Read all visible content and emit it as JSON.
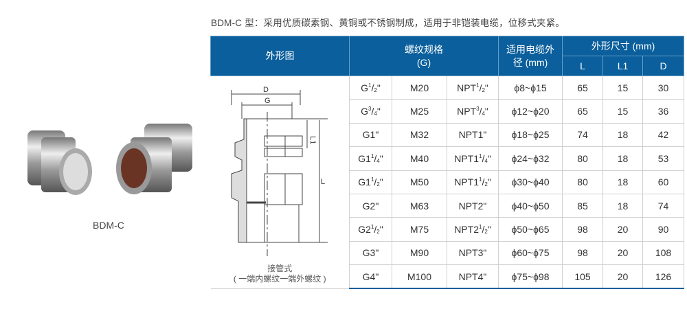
{
  "intro": "BDM-C 型：采用优质碳素钢、黄铜或不锈钢制成，适用于非铠装电缆，位移式夹紧。",
  "photo_label": "BDM-C",
  "header": {
    "figure": "外形图",
    "thread": "螺纹规格",
    "thread_sub": "(G)",
    "cable": "适用电缆外径 (mm)",
    "dims": "外形尺寸 (mm)",
    "L": "L",
    "L1": "L1",
    "D": "D"
  },
  "figure": {
    "caption1": "接管式",
    "caption2": "( 一端内螺纹一端外螺纹 )",
    "dim_D": "D",
    "dim_G": "G",
    "dim_L1": "L1",
    "dim_L": "L"
  },
  "rows": [
    {
      "g": [
        "G",
        "1",
        "2",
        "\""
      ],
      "m": "M20",
      "npt": [
        "NPT",
        "1",
        "2",
        "\""
      ],
      "cable": "ϕ8~ϕ15",
      "L": "65",
      "L1": "15",
      "D": "30"
    },
    {
      "g": [
        "G",
        "3",
        "4",
        "\""
      ],
      "m": "M25",
      "npt": [
        "NPT",
        "3",
        "4",
        "\""
      ],
      "cable": "ϕ12~ϕ20",
      "L": "65",
      "L1": "15",
      "D": "36"
    },
    {
      "g": [
        "G1\"",
        "",
        "",
        ""
      ],
      "m": "M32",
      "npt": [
        "NPT1\"",
        "",
        "",
        ""
      ],
      "cable": "ϕ18~ϕ25",
      "L": "74",
      "L1": "18",
      "D": "42"
    },
    {
      "g": [
        "G1",
        "1",
        "4",
        "\""
      ],
      "m": "M40",
      "npt": [
        "NPT1",
        "1",
        "4",
        "\""
      ],
      "cable": "ϕ24~ϕ32",
      "L": "80",
      "L1": "18",
      "D": "53"
    },
    {
      "g": [
        "G1",
        "1",
        "2",
        "\""
      ],
      "m": "M50",
      "npt": [
        "NPT1",
        "1",
        "2",
        "\""
      ],
      "cable": "ϕ30~ϕ40",
      "L": "80",
      "L1": "18",
      "D": "60"
    },
    {
      "g": [
        "G2\"",
        "",
        "",
        ""
      ],
      "m": "M63",
      "npt": [
        "NPT2\"",
        "",
        "",
        ""
      ],
      "cable": "ϕ40~ϕ50",
      "L": "85",
      "L1": "18",
      "D": "74"
    },
    {
      "g": [
        "G2",
        "1",
        "2",
        "\""
      ],
      "m": "M75",
      "npt": [
        "NPT2",
        "1",
        "2",
        "\""
      ],
      "cable": "ϕ50~ϕ65",
      "L": "98",
      "L1": "20",
      "D": "90"
    },
    {
      "g": [
        "G3\"",
        "",
        "",
        ""
      ],
      "m": "M90",
      "npt": [
        "NPT3\"",
        "",
        "",
        ""
      ],
      "cable": "ϕ60~ϕ75",
      "L": "98",
      "L1": "20",
      "D": "108"
    },
    {
      "g": [
        "G4\"",
        "",
        "",
        ""
      ],
      "m": "M100",
      "npt": [
        "NPT4\"",
        "",
        "",
        ""
      ],
      "cable": "ϕ75~ϕ98",
      "L": "105",
      "L1": "20",
      "D": "126"
    }
  ]
}
